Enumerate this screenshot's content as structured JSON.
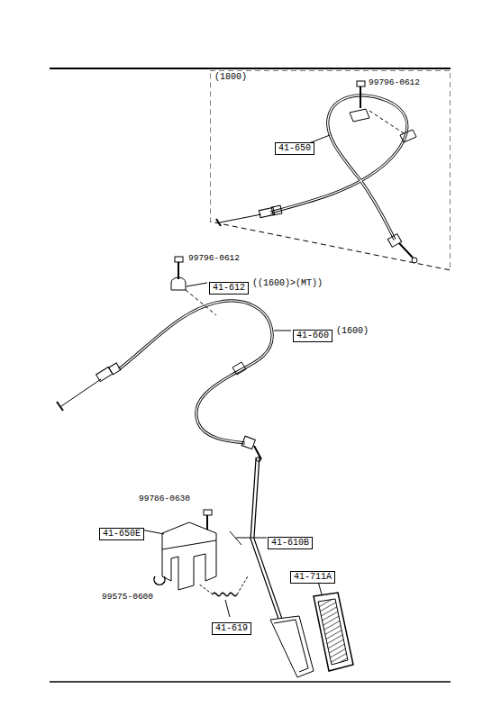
{
  "diagram": {
    "nodes": [
      {
        "text": [
          "(1800)"
        ]
      },
      {
        "text": [
          "41-650"
        ],
        "in": 0
      },
      {
        "text": [
          "41-612",
          "((1600)>(MT))"
        ]
      },
      {
        "text": [
          "41-660",
          "(1600)"
        ]
      },
      {
        "text": [
          "41-650E"
        ]
      },
      {
        "text": [
          "41-610B"
        ]
      },
      {
        "text": [
          "41-711A"
        ]
      },
      {
        "text": [
          "41-619"
        ]
      }
    ],
    "labels": [
      "99796-0612",
      "99796-0612",
      "99786-0630",
      "99575-0600"
    ]
  }
}
